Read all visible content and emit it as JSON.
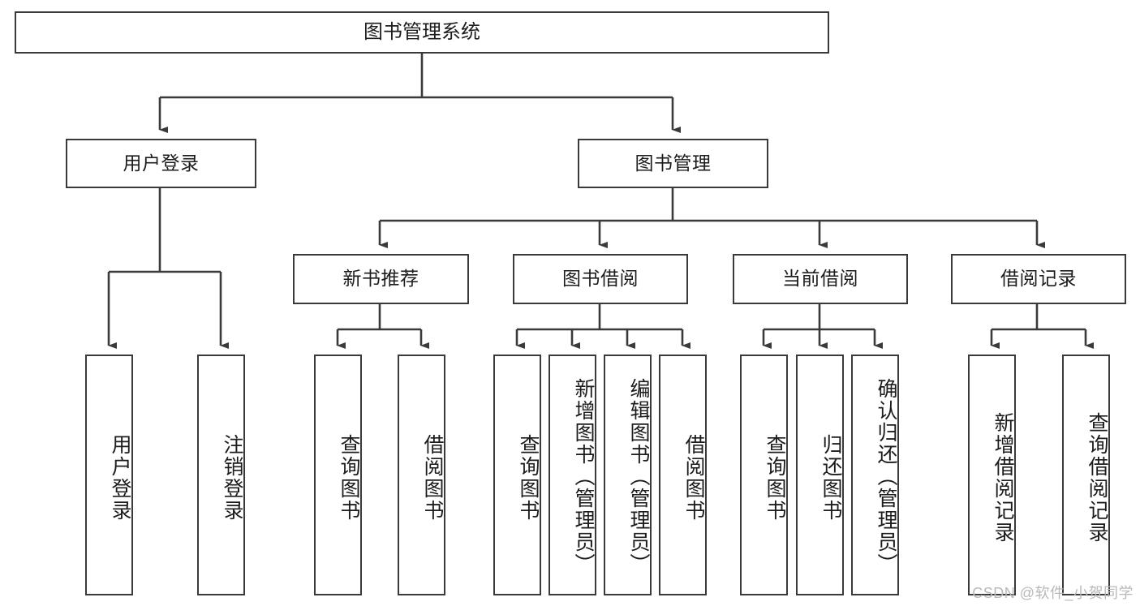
{
  "diagram": {
    "title": "图书管理系统",
    "type": "hierarchy-tree",
    "watermark": "CSDN @软件_小贺同学",
    "colors": {
      "border": "#3a3a3a",
      "text": "#1c1c1c",
      "background": "#ffffff",
      "watermark": "#b9b9b9"
    },
    "root": {
      "label": "图书管理系统"
    },
    "level2": [
      {
        "label": "用户登录"
      },
      {
        "label": "图书管理"
      }
    ],
    "level3": [
      {
        "label": "新书推荐"
      },
      {
        "label": "图书借阅"
      },
      {
        "label": "当前借阅"
      },
      {
        "label": "借阅记录"
      }
    ],
    "leaves": {
      "user_login": [
        {
          "label": "用户登录"
        },
        {
          "label": "注销登录"
        }
      ],
      "new_book_recommend": [
        {
          "label": "查询图书"
        },
        {
          "label": "借阅图书"
        }
      ],
      "book_borrow": [
        {
          "label": "查询图书"
        },
        {
          "label": "新增图书（管理员）"
        },
        {
          "label": "编辑图书（管理员）"
        },
        {
          "label": "借阅图书"
        }
      ],
      "current_borrow": [
        {
          "label": "查询图书"
        },
        {
          "label": "归还图书"
        },
        {
          "label": "确认归还（管理员）"
        }
      ],
      "borrow_record": [
        {
          "label": "新增借阅记录"
        },
        {
          "label": "查询借阅记录"
        }
      ]
    }
  }
}
